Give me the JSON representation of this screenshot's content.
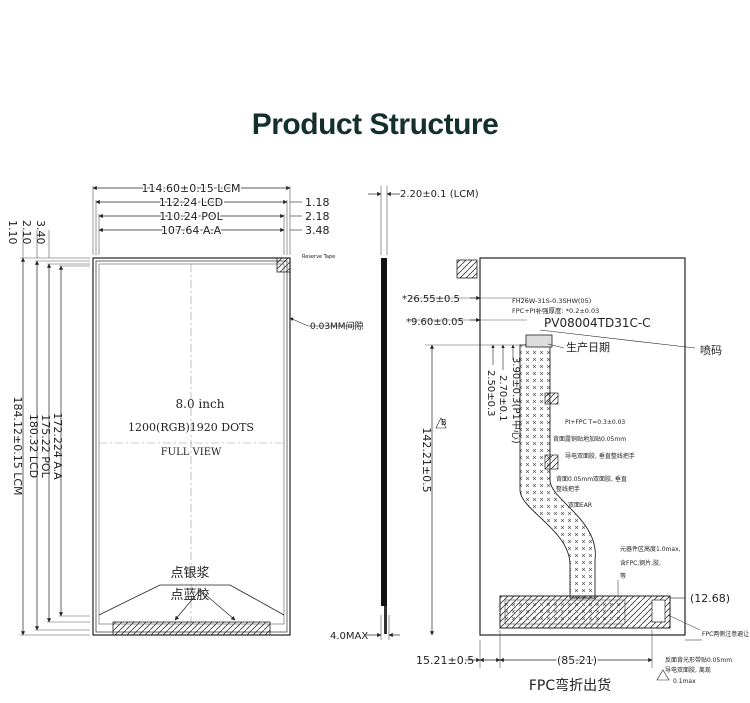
{
  "title": "Product Structure",
  "front": {
    "lcm_w": "114.60±0.15 LCM",
    "lcd_w": "112.24 LCD",
    "pol_w": "110.24 POL",
    "aa_w": "107.64 A.A",
    "d118": "1.18",
    "d218": "2.18",
    "d348": "3.48",
    "l340": "3.40",
    "l210": "2.10",
    "l110": "1.10",
    "lcm_h": "184.12±0.15 LCM",
    "lcd_h": "180.32 LCD",
    "pol_h": "175.22 POL",
    "aa_h": "172.224 A.A",
    "size": "8.0 inch",
    "resolution": "1200(RGB)1920 DOTS",
    "view": "FULL VIEW",
    "gap_note": "0.03MM间隙",
    "silver": "点银浆",
    "glue": "点蓝胶",
    "tape_note": "Reserve Tape"
  },
  "side": {
    "thickness": "2.20±0.1 (LCM)",
    "max": "4.0MAX"
  },
  "back": {
    "d2655": "*26.55±0.5",
    "d960": "*9.60±0.05",
    "model": "PV08004TD31C-C",
    "spray": "喷码",
    "date": "生产日期",
    "d390": "3.90±0.3(P1中心)",
    "d270": "2.70±0.1",
    "d250": "2.50±0.3",
    "h14221": "142.21±0.5",
    "d1268": "(12.68)",
    "d1521": "15.21±0.5",
    "d8521": "(85.21)",
    "fpc_bend": "FPC弯折出货",
    "note_connector": "FH26W-31S-0.3SHW(05)",
    "note_thick": "FPC+PI补强厚度: *0.2±0.03",
    "note_pi": "PI+FPC T=0.3±0.03",
    "note_copper1": "背面露铜贴地加贴0.05mm",
    "note_copper2": "导电双面胶, 垂直整线把手",
    "note_tape1": "背面0.05mm双面胶, 垂直",
    "note_tape2": "整线把手",
    "note_ear": "双面EAR",
    "note_comp1": "元器件区高度1.0max,",
    "note_comp2": "含FPC,钢片,胶,",
    "note_comp3": "等",
    "note_fpc_side": "FPC两侧注意避让",
    "note_bot1": "反面背光形带贴0.05mm",
    "note_bot2": "导电双面胶, 离现",
    "note_bot3": "0.1max",
    "mark_b": "B"
  }
}
